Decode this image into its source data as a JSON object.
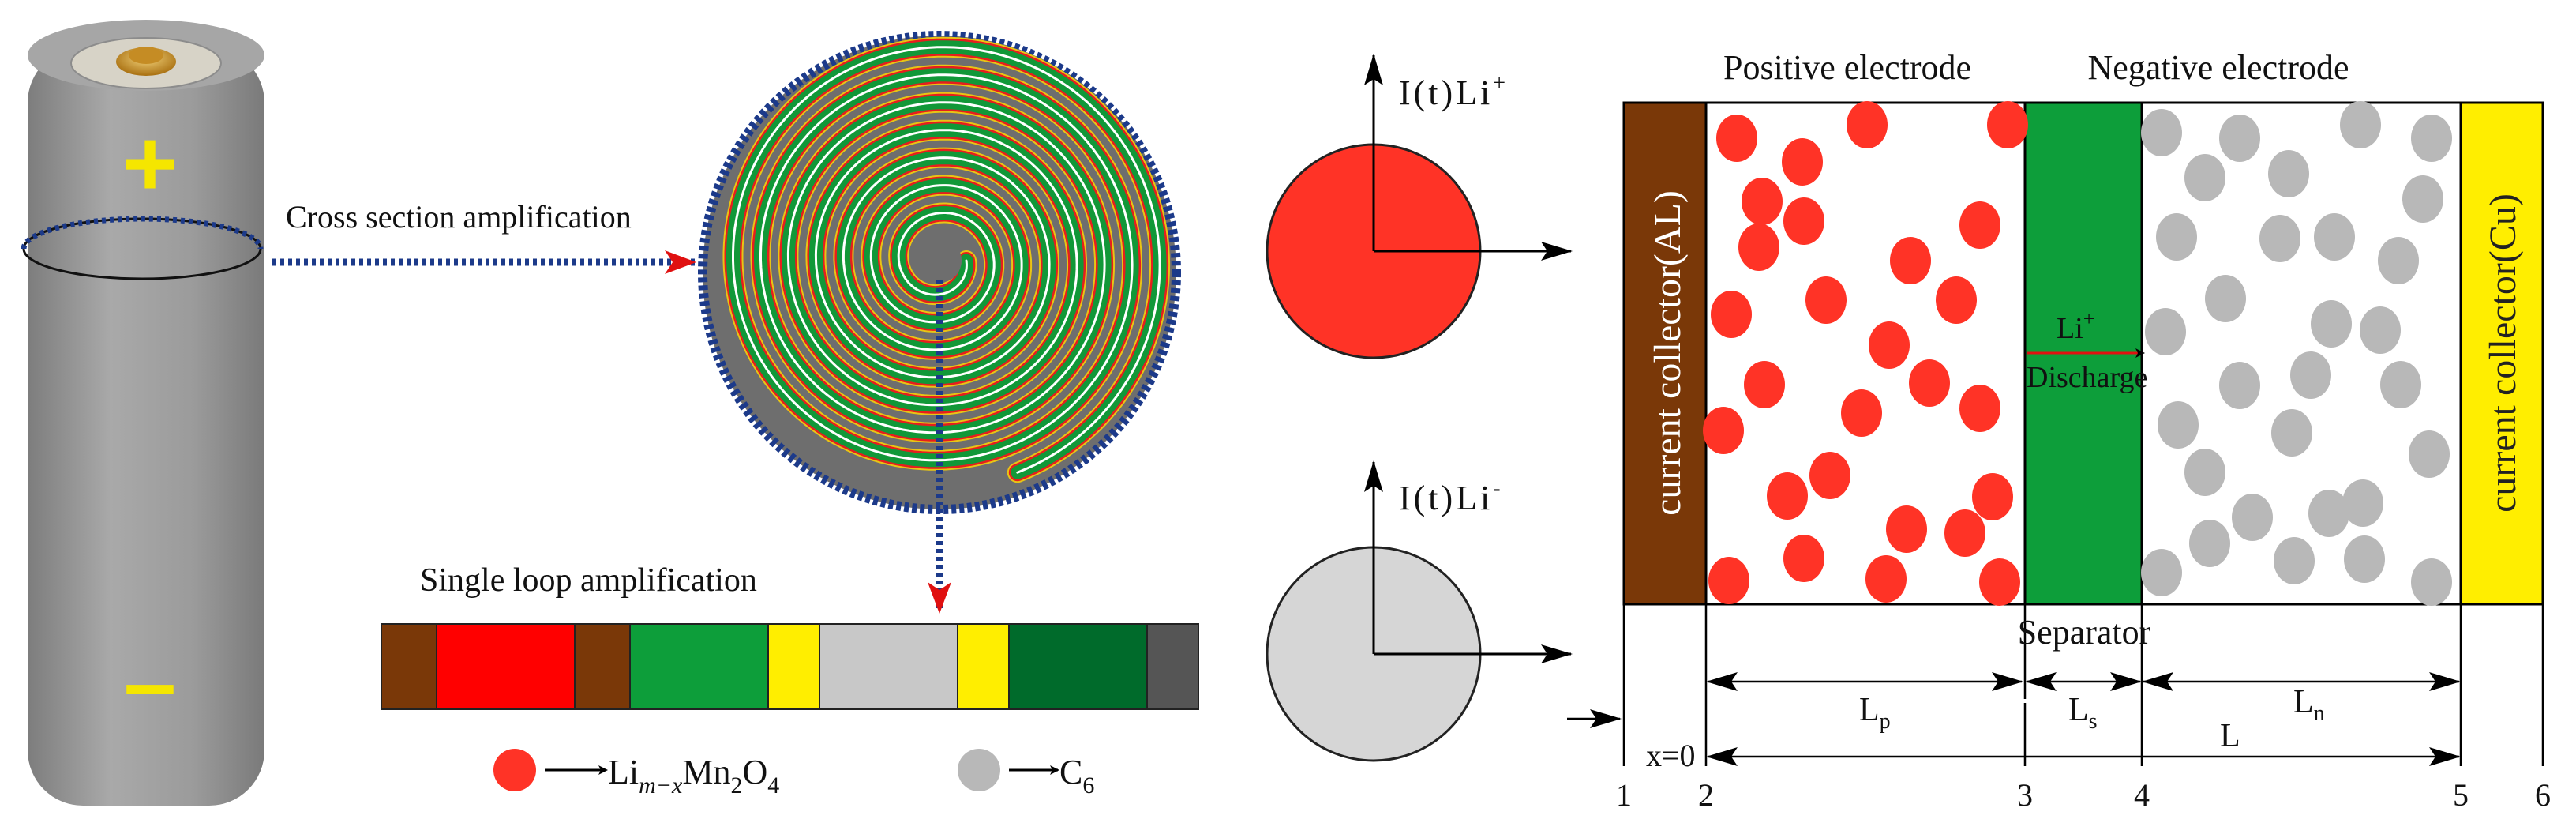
{
  "battery": {
    "plus_sign": "+",
    "minus_sign": "–",
    "colors": {
      "body": "#9a9a9a",
      "sign": "#f5e600"
    }
  },
  "cross_section": {
    "label": "Cross section amplification",
    "colors": {
      "outer": "#6e6e6e",
      "ring": "#1c3a8a",
      "layer": "#119838"
    }
  },
  "single_loop": {
    "label": "Single loop amplification",
    "segments": [
      {
        "color": "#7a3808"
      },
      {
        "color": "#ff0000"
      },
      {
        "color": "#7a3808"
      },
      {
        "color": "#0d9e3a"
      },
      {
        "color": "#ffee00"
      },
      {
        "color": "#c8c8c8"
      },
      {
        "color": "#ffee00"
      },
      {
        "color": "#006b2b"
      },
      {
        "color": "#555555"
      }
    ]
  },
  "legend": {
    "positive": {
      "color": "#ff3326",
      "text_main": "Li",
      "sub1": "m−x",
      "mid": "Mn",
      "sub2": "2",
      "tail": "O",
      "sub3": "4"
    },
    "negative": {
      "color": "#b8b8b8",
      "text_main": "C",
      "sub1": "6"
    }
  },
  "particles": {
    "top": {
      "label_main": "I(t)Li",
      "label_sup": "+",
      "color": "#ff3326"
    },
    "bottom": {
      "label_main": "I(t)Li",
      "label_sup": "-",
      "color": "#d6d6d6"
    }
  },
  "cell": {
    "title_positive": "Positive electrode",
    "title_negative": "Negative electrode",
    "collector_left": "current collector(AL)",
    "collector_right": "current collector(Cu)",
    "separator_label": "Separator",
    "li_label_main": "Li",
    "li_label_sup": "+",
    "discharge_label": "Discharge",
    "colors": {
      "al": "#7a3808",
      "cu": "#ffee00",
      "separator": "#0d9e3a",
      "pos_particle": "#ff3326",
      "neg_particle": "#b8b8b8"
    },
    "dims": {
      "lp_main": "L",
      "lp_sub": "p",
      "ls_main": "L",
      "ls_sub": "s",
      "ln_main": "L",
      "ln_sub": "n",
      "l_total": "L",
      "x0": "x=0"
    },
    "positions": [
      "1",
      "2",
      "3",
      "4",
      "5",
      "6"
    ]
  }
}
